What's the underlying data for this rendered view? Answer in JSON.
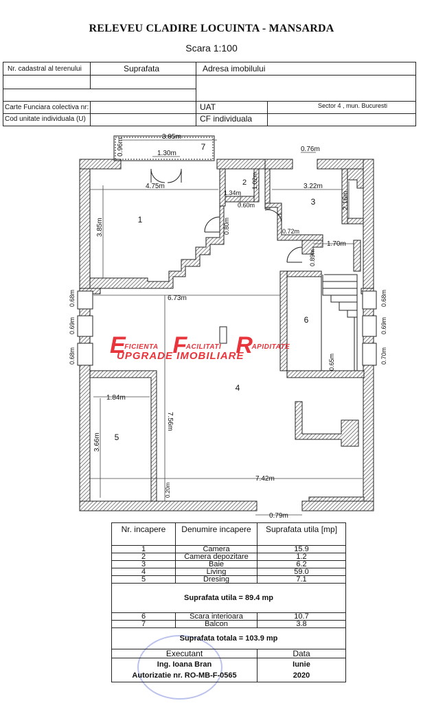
{
  "header": {
    "title": "RELEVEU CLADIRE LOCUINTA - MANSARDA",
    "scale": "Scara 1:100"
  },
  "info_table": {
    "cadastral_label": "Nr. cadastral al terenului",
    "surface_label": "Suprafata",
    "address_label": "Adresa imobilului",
    "land_book_label": "Carte Funciara colectiva nr:",
    "uat_label": "UAT",
    "uat_value": "Sector 4 , mun. Bucuresti",
    "unit_code_label": "Cod unitate individuala (U)",
    "cf_label": "CF individuala"
  },
  "plan": {
    "dims": {
      "d395": "3.95m",
      "d096": "0.96m",
      "d130": "1.30m",
      "d076": "0.76m",
      "d475": "4.75m",
      "d134": "1.34m",
      "d102": "1.02m",
      "d322": "3.22m",
      "d216": "2.16m",
      "d060": "0.60m",
      "d080": "0.80m",
      "d072": "0.72m",
      "d385": "3.85m",
      "d170": "1.70m",
      "d089": "0.89m",
      "d673": "6.73m",
      "d068a": "0.68m",
      "d069a": "0.69m",
      "d068b": "0.68m",
      "d068c": "0.68m",
      "d069b": "0.69m",
      "d070": "0.70m",
      "d184": "1.84m",
      "d366": "3.66m",
      "d756": "7.56m",
      "d065": "0.65m",
      "d020": "0.20m",
      "d742": "7.42m",
      "d079": "0.79m"
    },
    "room_labels": {
      "r1": "1",
      "r2": "2",
      "r3": "3",
      "r4": "4",
      "r5": "5",
      "r6": "6",
      "r7": "7"
    }
  },
  "watermark": {
    "line1_parts": [
      "E",
      "FICIENTA",
      "F",
      "ACILITATI",
      "R",
      "APIDITATE"
    ],
    "line2": "UPGRADE IMOBILIARE"
  },
  "rooms_table": {
    "col_nr": "Nr. incapere",
    "col_name": "Denumire incapere",
    "col_area": "Suprafata utila [mp]",
    "rows": [
      {
        "nr": "1",
        "name": "Camera",
        "area": "15.9"
      },
      {
        "nr": "2",
        "name": "Camera depozitare",
        "area": "1.2"
      },
      {
        "nr": "3",
        "name": "Baie",
        "area": "6.2"
      },
      {
        "nr": "4",
        "name": "Living",
        "area": "59.0"
      },
      {
        "nr": "5",
        "name": "Dresing",
        "area": "7.1"
      }
    ],
    "useful_total": "Suprafata utila = 89.4 mp",
    "extra_rows": [
      {
        "nr": "6",
        "name": "Scara interioara",
        "area": "10.7"
      },
      {
        "nr": "7",
        "name": "Balcon",
        "area": "3.8"
      }
    ],
    "grand_total": "Suprafata totala = 103.9 mp",
    "executant_label": "Executant",
    "date_label": "Data",
    "engineer": "Ing. Ioana Bran",
    "authorization": "Autorizatie nr. RO-MB-F-0565",
    "month": "Iunie",
    "year": "2020"
  }
}
